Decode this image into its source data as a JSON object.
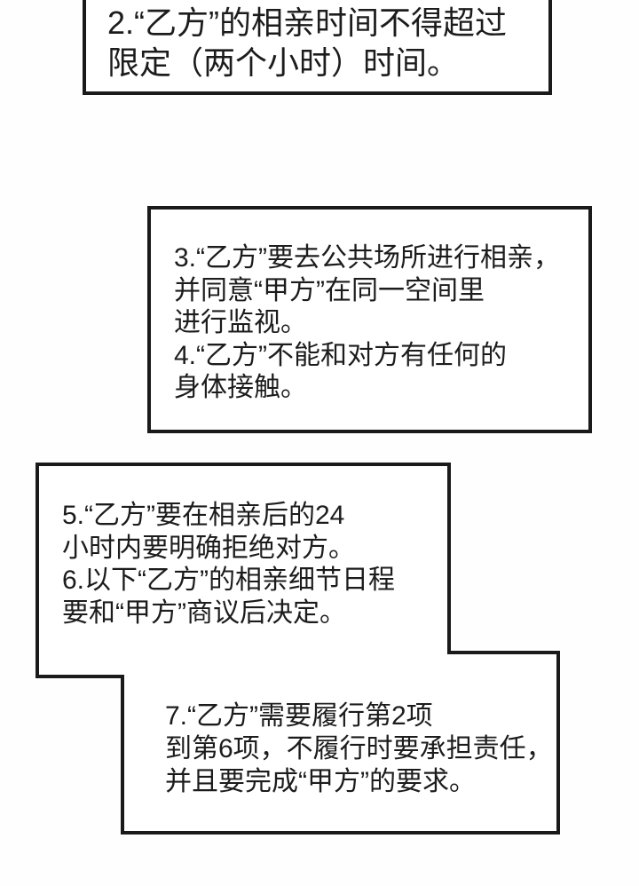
{
  "colors": {
    "paper": "#fefefe",
    "panel_fill": "#ffffff",
    "ink": "#1a1a1a",
    "text": "#1c1c1c"
  },
  "panels": [
    {
      "id": "clause-2",
      "lines": [
        "2.“乙方”的相亲时间不得超过",
        "限定（两个小时）时间。"
      ]
    },
    {
      "id": "clause-3-4",
      "lines": [
        "3.“乙方”要去公共场所进行相亲，",
        "并同意“甲方”在同一空间里",
        "进行监视。",
        "4.“乙方”不能和对方有任何的",
        "身体接触。"
      ]
    },
    {
      "id": "clause-5-6",
      "lines": [
        "5.“乙方”要在相亲后的24",
        "小时内要明确拒绝对方。",
        "6.以下“乙方”的相亲细节日程",
        "要和“甲方”商议后决定。"
      ]
    },
    {
      "id": "clause-7",
      "lines": [
        "7.“乙方”需要履行第2项",
        "到第6项，不履行时要承担责任，",
        "并且要完成“甲方”的要求。"
      ]
    }
  ]
}
